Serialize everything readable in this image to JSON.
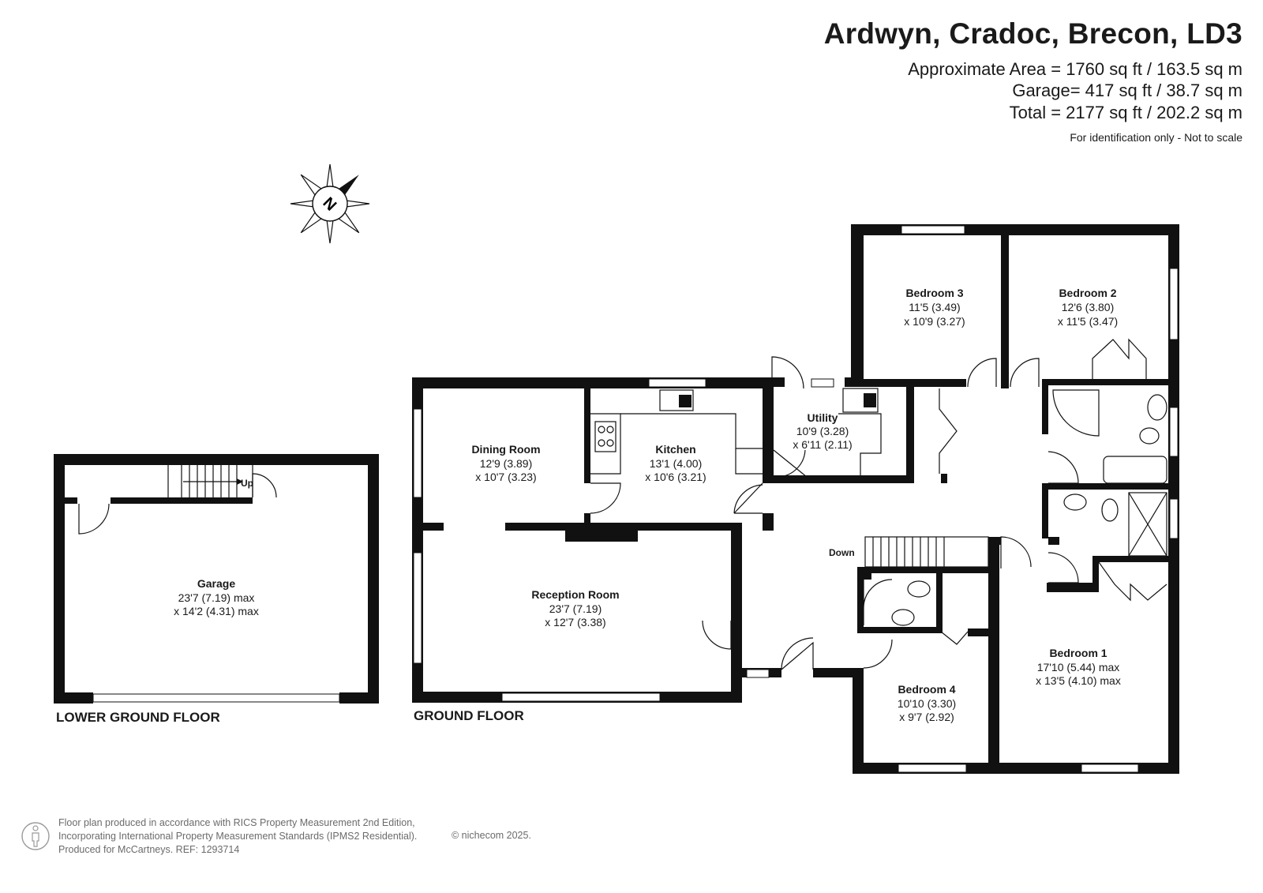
{
  "header": {
    "title": "Ardwyn, Cradoc, Brecon, LD3",
    "approx_area": "Approximate Area = 1760 sq ft / 163.5 sq m",
    "garage_area": "Garage= 417 sq ft / 38.7 sq m",
    "total_area": "Total = 2177 sq ft / 202.2 sq m",
    "note": "For identification only - Not to scale"
  },
  "compass": {
    "label": "N"
  },
  "floors": {
    "lower_ground": "LOWER GROUND FLOOR",
    "ground": "GROUND FLOOR"
  },
  "rooms": {
    "garage": {
      "name": "Garage",
      "dim1": "23'7 (7.19) max",
      "dim2": "x 14'2 (4.31) max"
    },
    "dining": {
      "name": "Dining Room",
      "dim1": "12'9 (3.89)",
      "dim2": "x 10'7 (3.23)"
    },
    "kitchen": {
      "name": "Kitchen",
      "dim1": "13'1 (4.00)",
      "dim2": "x 10'6 (3.21)"
    },
    "utility": {
      "name": "Utility",
      "dim1": "10'9 (3.28)",
      "dim2": "x 6'11 (2.11)"
    },
    "bedroom3": {
      "name": "Bedroom 3",
      "dim1": "11'5 (3.49)",
      "dim2": "x 10'9 (3.27)"
    },
    "bedroom2": {
      "name": "Bedroom 2",
      "dim1": "12'6 (3.80)",
      "dim2": "x 11'5 (3.47)"
    },
    "reception": {
      "name": "Reception Room",
      "dim1": "23'7 (7.19)",
      "dim2": "x 12'7 (3.38)"
    },
    "bedroom1": {
      "name": "Bedroom 1",
      "dim1": "17'10 (5.44) max",
      "dim2": "x 13'5 (4.10) max"
    },
    "bedroom4": {
      "name": "Bedroom 4",
      "dim1": "10'10 (3.30)",
      "dim2": "x 9'7 (2.92)"
    }
  },
  "stairs": {
    "up": "Up",
    "down": "Down"
  },
  "footer": {
    "line1": "Floor plan produced in accordance with RICS Property Measurement 2nd Edition,",
    "line2": "Incorporating International Property Measurement Standards (IPMS2 Residential).",
    "line3": "Produced for McCartneys.   REF: 1293714",
    "credit": "© nichecom 2025."
  }
}
